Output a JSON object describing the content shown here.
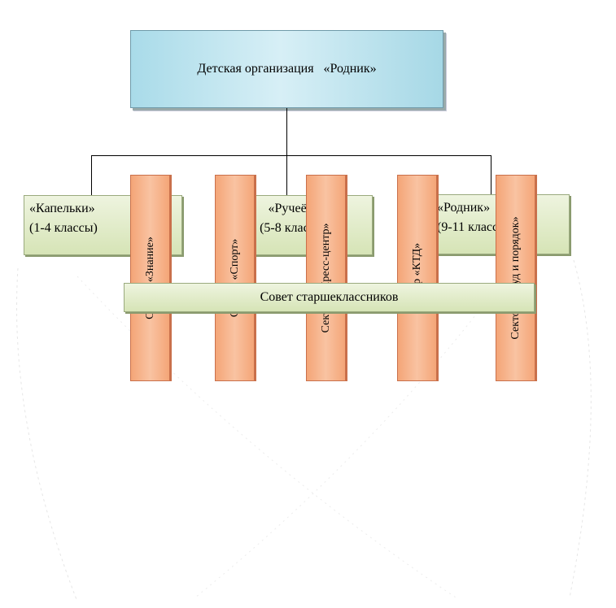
{
  "org": {
    "title": "Детская организация   «Родник»"
  },
  "groups": [
    {
      "name": "«Капельки»",
      "grades": "(1-4 классы)"
    },
    {
      "name": "«Ручеёк»",
      "grades": "(5-8 классы)"
    },
    {
      "name": "«Родник»",
      "grades": "(9-11 классы)"
    }
  ],
  "sectors": [
    {
      "label": "Сектор «Знание»"
    },
    {
      "label": "Сектор «Спорт»"
    },
    {
      "label": "Сектор «Пресс-центр»"
    },
    {
      "label": "Сектор «КТД»"
    },
    {
      "label": "Сектор «Труд и порядок»"
    }
  ],
  "council": {
    "label": "Совет старшеклассников"
  },
  "colors": {
    "top_box": "#a9dbe9",
    "groups": "#d6e4b6",
    "sectors": "#f4a577",
    "lines": "#000000"
  }
}
